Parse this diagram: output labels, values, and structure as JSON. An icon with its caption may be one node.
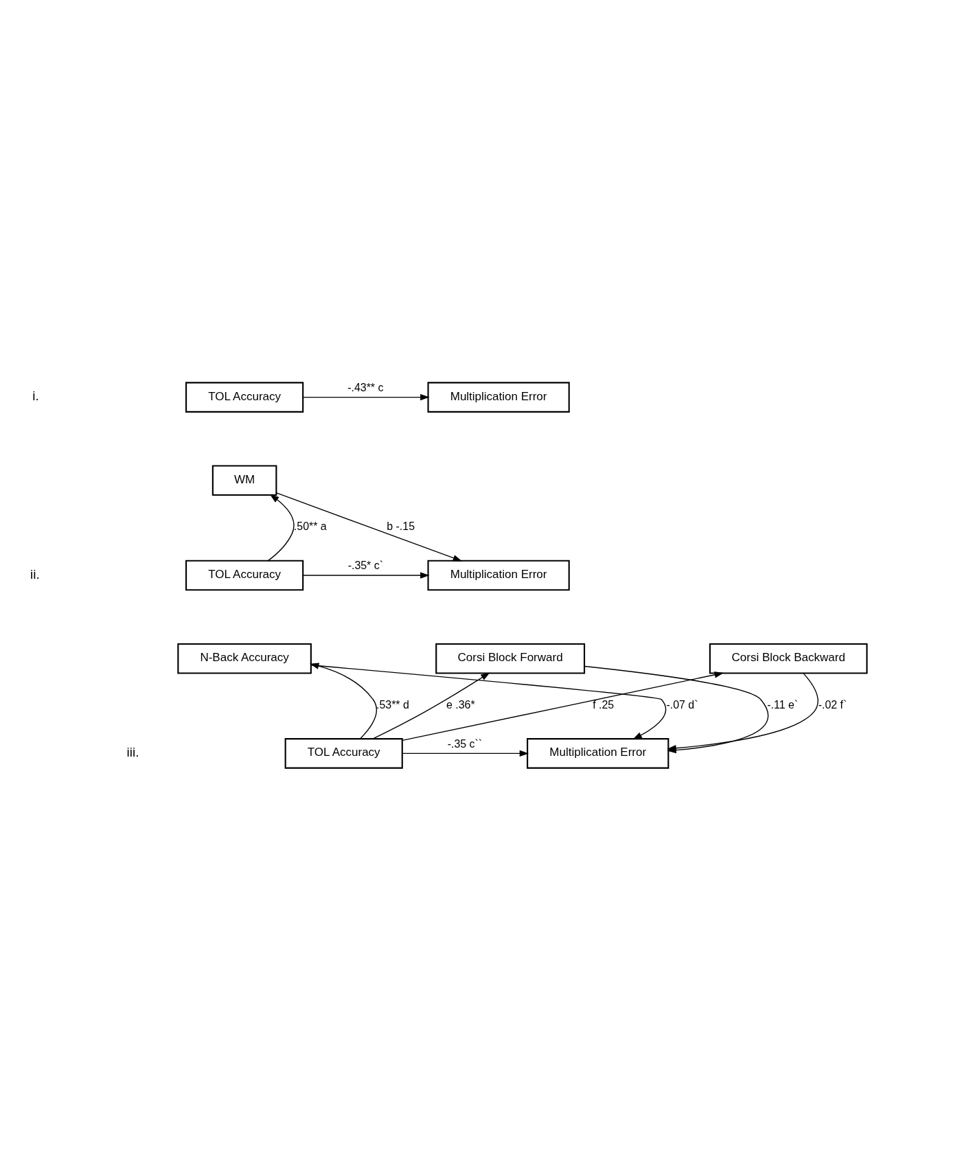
{
  "diagram": {
    "nodes": [
      {
        "text": [
          "TOL Accuracy"
        ]
      },
      {
        "text": [
          "Multiplication Error"
        ]
      },
      {
        "text": [
          "WM"
        ]
      },
      {
        "text": [
          "TOL Accuracy"
        ]
      },
      {
        "text": [
          "Multiplication Error"
        ]
      },
      {
        "text": [
          "N-Back Accuracy"
        ]
      },
      {
        "text": [
          "Corsi Block Forward"
        ]
      },
      {
        "text": [
          "Corsi Block Backward"
        ]
      },
      {
        "text": [
          "TOL Accuracy"
        ]
      },
      {
        "text": [
          "Multiplication Error"
        ]
      }
    ],
    "edges": [
      {
        "from": 0,
        "to": 1,
        "arrow": "to",
        "label": "-.43** c"
      },
      {
        "from": 3,
        "to": 2,
        "arrow": "to",
        "label": ".50** a"
      },
      {
        "from": 2,
        "to": 4,
        "arrow": "to",
        "label": "b -.15"
      },
      {
        "from": 3,
        "to": 4,
        "arrow": "to",
        "label": "-.35* c`"
      },
      {
        "from": 8,
        "to": 5,
        "arrow": "to",
        "label": ".53** d"
      },
      {
        "from": 8,
        "to": 6,
        "arrow": "to",
        "label": "e .36*"
      },
      {
        "from": 8,
        "to": 7,
        "arrow": "to",
        "label": "f .25"
      },
      {
        "from": 5,
        "to": 9,
        "arrow": "to",
        "label": "-.07 d`"
      },
      {
        "from": 6,
        "to": 9,
        "arrow": "to",
        "label": "-.11 e`"
      },
      {
        "from": 7,
        "to": 9,
        "arrow": "to",
        "label": "-.02 f`"
      },
      {
        "from": 8,
        "to": 9,
        "arrow": "to",
        "label": "-.35 c``"
      }
    ],
    "labels": [
      "i.",
      "ii.",
      "iii."
    ]
  }
}
